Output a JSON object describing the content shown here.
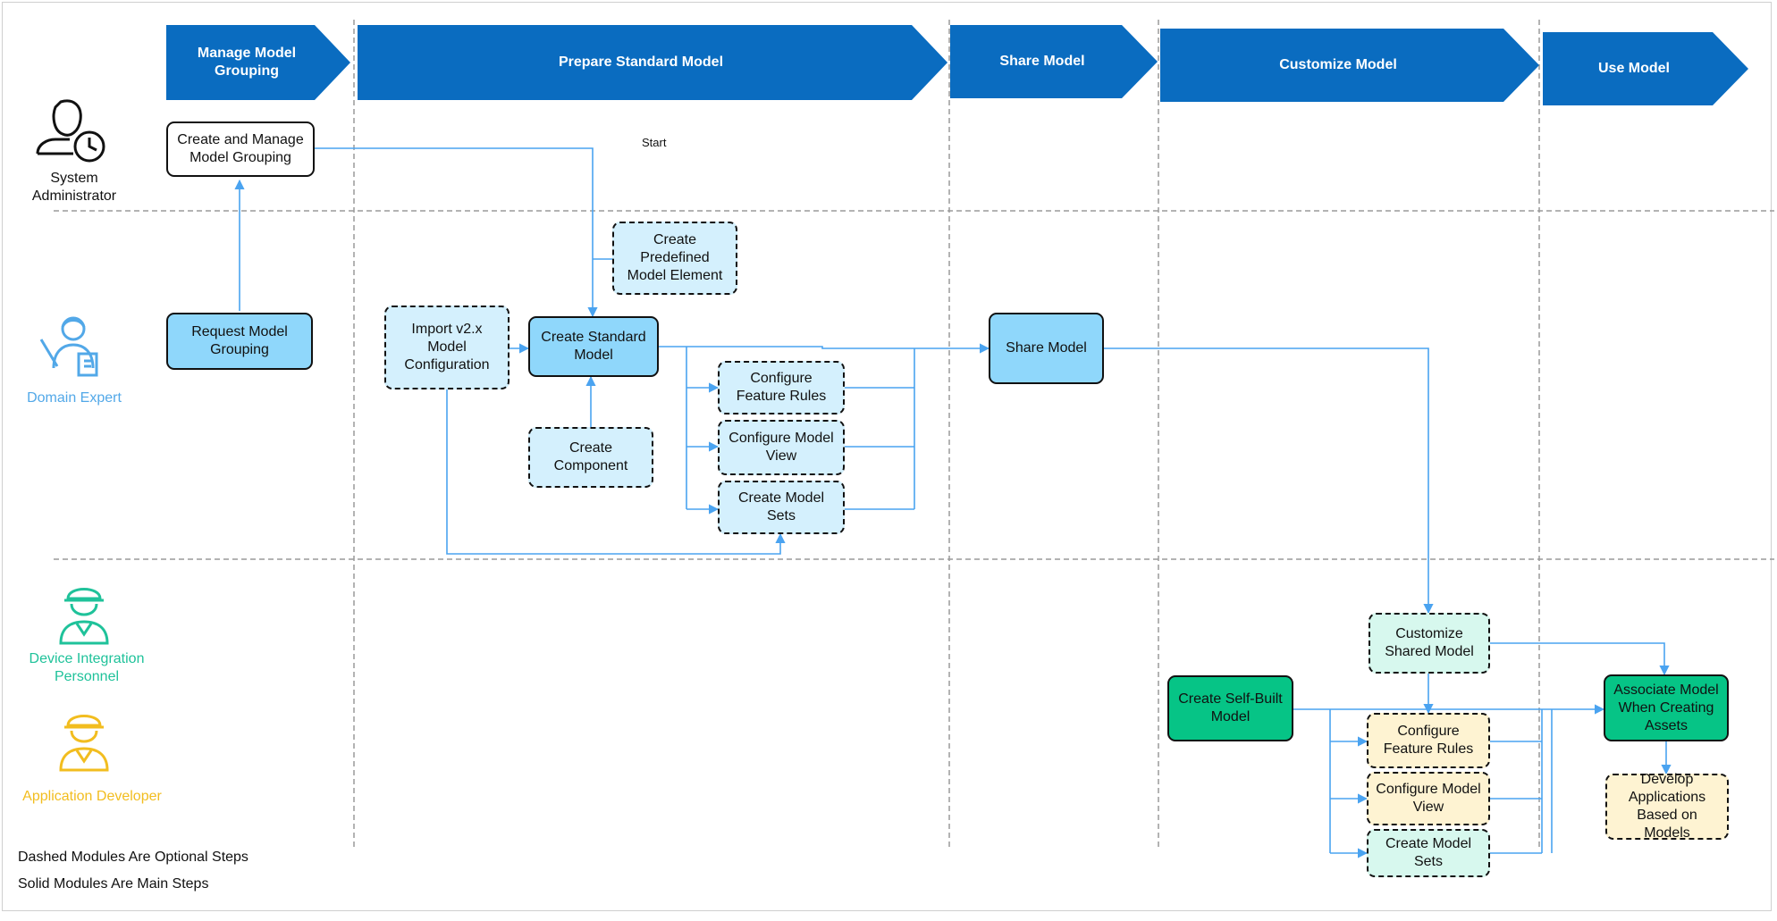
{
  "phases": {
    "manage": "Manage Model Grouping",
    "prepare": "Prepare Standard Model",
    "share": "Share Model",
    "customize": "Customize Model",
    "use": "Use Model"
  },
  "roles": {
    "sysadmin": "System Administrator",
    "domain_expert": "Domain Expert",
    "device_integration": "Device Integration Personnel",
    "app_developer": "Application Developer"
  },
  "boxes": {
    "create_manage_grouping": "Create and Manage Model Grouping",
    "request_grouping": "Request Model Grouping",
    "import_v2": "Import v2.x Model Configuration",
    "create_standard": "Create Standard Model",
    "create_predefined": "Create Predefined Model Element",
    "create_component": "Create Component",
    "configure_feature_rules": "Configure Feature Rules",
    "configure_model_view": "Configure Model View",
    "create_model_sets": "Create Model Sets",
    "share_model": "Share Model",
    "customize_shared": "Customize Shared Model",
    "create_self_built": "Create Self-Built Model",
    "configure_feature_rules_2": "Configure Feature Rules",
    "configure_model_view_2": "Configure Model View",
    "create_model_sets_2": "Create Model Sets",
    "associate_model": "Associate Model When Creating Assets",
    "develop_apps": "Develop Applications Based on Models"
  },
  "start_label": "Start",
  "legend": {
    "dashed": "Dashed Modules Are Optional Steps",
    "solid": "Solid Modules Are Main Steps"
  },
  "colors": {
    "phase_blue": "#0a6cc0",
    "main_blue": "#8fd7fb",
    "optional_blue": "#d4f0fd",
    "main_green": "#06c486",
    "optional_mint": "#d7f8ee",
    "optional_yellow": "#fef3d2",
    "connector": "#4aa3f0",
    "domain_expert": "#52a8e8",
    "device_integration": "#1fc29a",
    "app_developer": "#f2bd1f"
  },
  "icons": [
    "admin-clock-icon",
    "domain-expert-icon",
    "device-integration-icon",
    "app-developer-icon"
  ]
}
